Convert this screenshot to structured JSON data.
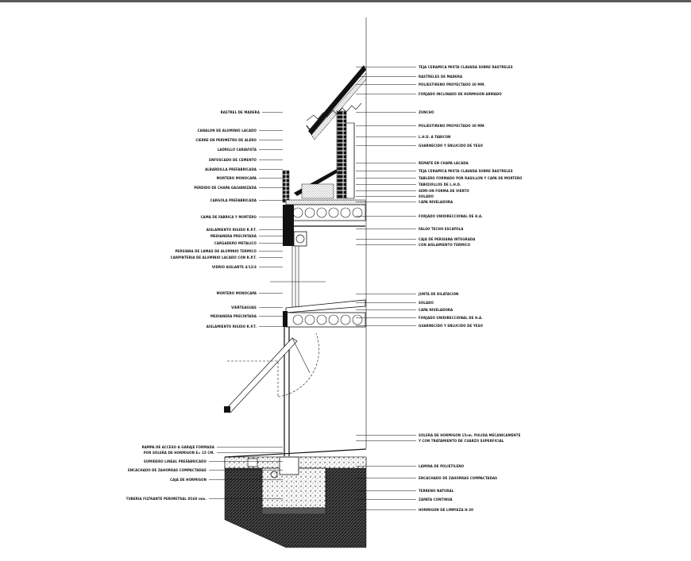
{
  "labels_right": [
    "TEJA CERAMICA MIXTA CLAVADA SOBRE RASTRELES",
    "RASTRELES DE MADERA",
    "POLIESTIRENO PROYECTADO 30 MM.",
    "FORJADO INCLINADO DE HORMIGON ARMADO",
    "ZUNCHO",
    "POLIESTIRENO PROYECTADO 30 MM.",
    "L.H.D. A TABICON",
    "GUARNECIDO Y ENLUCIDO DE YESO",
    "REMATE EN CHAPA LACADA",
    "TEJA CERAMICA MIXTA CLAVADA SOBRE RASTRELES",
    "TABLERO FORMADO POR RASILLON Y CAPA DE MORTERO",
    "TABIQUILLOS DE L.H.D.",
    "SEMI-UN FORMA DE VIERTO",
    "SOLADO",
    "CAPA NIVELADORA",
    "FORJADO UNIDIRECCIONAL DE H.A.",
    "FALSO TECHO ESCAYOLA",
    "CAJA DE PERSIANA INTEGRADA",
    "CON AISLAMIENTO TERMICO",
    "JUNTA DE DILATACION",
    "SOLADO",
    "CAPA NIVELADORA",
    "FORJADO UNIDIRECCIONAL DE H.A.",
    "GUARNECIDO Y ENLUCIDO DE YESO",
    "SOLERA DE HORMIGON 15cm. PULIDA MECANICAMENTE",
    "Y CON TRATAMIENTO DE CUARZO SUPERFICIAL",
    "LAMINA DE POLIETILENO",
    "ENCACHADO DE ZAHORRAS COMPACTADAS",
    "TERRENO NATURAL",
    "ZAPATA CONTINUA",
    "HORMIGON DE LIMPIEZA H-20"
  ],
  "labels_left": [
    "RASTREL DE MADERA",
    "CANALON DE ALUMINIO LACADO",
    "CIERRE EN PERIMETRO DE ALERO",
    "LADRILLO CARAVISTA",
    "ENFOSCADO DE CEMENTO",
    "ALBARDILLA PREFABRICADA",
    "MORTERO MONOCAPA",
    "PERDIDO DE CHAPA GALVANIZADA",
    "CARGOLA PREFABRICADA",
    "CAMA DE FABRICA Y MORTERO",
    "AISLAMIENTO RIGIDO R.P.T.",
    "MEDIANERA PRECINTADA",
    "CARGADERO METALICO",
    "PERSIANA DE LAMAS DE ALUMINIO TERMICO",
    "CARPINTERIA DE ALUMINIO LACADO CON R.P.T.",
    "VIDRIO AISLANTE 4/12/4",
    "MORTERO MONOCAPA",
    "VIERTEAGUAS",
    "MEDIANERA PRECINTADA",
    "AISLAMIENTO RIGIDO R.P.T.",
    "RAMPA DE ACCESO A GARAJE FORMADA",
    "POR SOLERA DE HORMIGON E= 15 CM.",
    "SUMIDERO LINEAL PREFABRICADO",
    "ENCACHADO DE ZAHORRAS COMPACTADAS",
    "CAJA DE HORMIGON",
    "TUBERIA FILTRANTE PERIMETRAL Ø160 mm."
  ]
}
